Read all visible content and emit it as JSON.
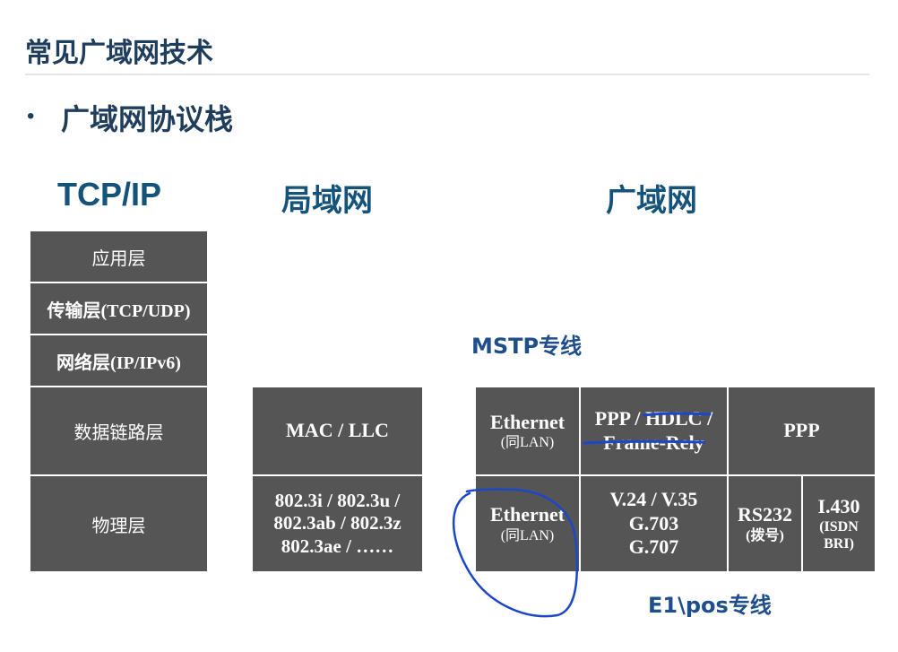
{
  "slide": {
    "title": "常见广域网技术",
    "bullet": "广域网协议栈"
  },
  "columns": {
    "tcpip": "TCP/IP",
    "lan": "局域网",
    "wan": "广域网"
  },
  "tcpip_layers": {
    "application": "应用层",
    "transport": "传输层(TCP/UDP)",
    "network": "网络层(IP/IPv6)",
    "datalink": "数据链路层",
    "physical": "物理层"
  },
  "lan": {
    "datalink": "MAC / LLC",
    "physical_lines": [
      "802.3i / 802.3u /",
      "802.3ab / 802.3z",
      "802.3ae / ……"
    ]
  },
  "wan": {
    "datalink": {
      "ethernet": {
        "name": "Ethernet",
        "note": "(同LAN)"
      },
      "ppp_hdlc": {
        "line1": "PPP / HDLC /",
        "line2": "Frame-Rely"
      },
      "ppp": "PPP"
    },
    "physical": {
      "ethernet": {
        "name": "Ethernet",
        "note": "(同LAN)"
      },
      "v24": {
        "line1": "V.24 / V.35",
        "line2": "G.703",
        "line3": "G.707"
      },
      "rs232": {
        "name": "RS232",
        "note": "(拨号)"
      },
      "i430": {
        "name": "I.430",
        "note1": "(ISDN",
        "note2": "BRI)"
      }
    }
  },
  "annotations": {
    "mstp": "MSTP专线",
    "e1pos": "E1\\pos专线",
    "ink_color": "#1c47c8"
  },
  "colors": {
    "cell_bg": "#555555",
    "title": "#1f3d5c",
    "column_head": "#14547a"
  }
}
